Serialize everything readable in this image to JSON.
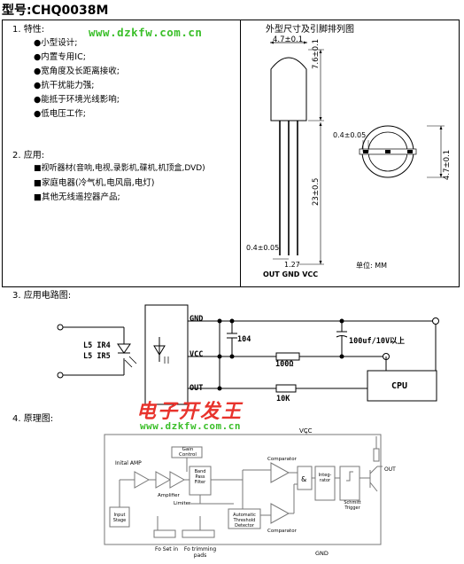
{
  "header": {
    "model_label": "型号:CHQ0038M"
  },
  "watermark": {
    "url_top": "www.dzkfw.com.cn",
    "brand_red": "电子开发王",
    "url_mid": "www.dzkfw.com.cn"
  },
  "features": {
    "heading": "1. 特性:",
    "items": [
      "●小型设计;",
      "●内置专用IC;",
      "●宽角度及长距离接收;",
      "●抗干扰能力强;",
      "●能抵于环境光线影响;",
      "●低电压工作;"
    ]
  },
  "applications": {
    "heading": "2. 应用:",
    "items": [
      "■视听器材(音响,电视,录影机,碟机,机顶盒,DVD)",
      "■家庭电器(冷气机,电风扇,电灯)",
      "■其他无线遥控器产品;"
    ]
  },
  "dimension_drawing": {
    "title": "外型尺寸及引脚排列图",
    "dim_width_top": "4.7±0.1",
    "dim_height_body": "7.6±0.1",
    "dim_lead_length": "23±0.5",
    "dim_lead_width": "0.4±0.05",
    "dim_lead_width_bottom": "0.4±0.05",
    "dim_pitch": "1.27",
    "dim_side_width": "4.7±0.1",
    "pin_order": "OUT GND VCC",
    "unit_label": "单位: MM"
  },
  "circuit": {
    "heading": "3. 应用电路图:",
    "led_label_1": "L5  IR4",
    "led_label_2": "L5  IR5",
    "pin_gnd": "GND",
    "pin_vcc": "VCC",
    "pin_out": "OUT",
    "cap1": "104",
    "cap2": "100uf/10V以上",
    "res1": "100Ω",
    "res2": "10K",
    "cpu": "CPU"
  },
  "principle": {
    "heading": "4. 原理图:",
    "vcc": "VCC",
    "gnd": "GND",
    "out": "OUT",
    "initial_amp": "Inital AMP",
    "gain_control": "Gain Control",
    "amplifier": "Amplifier",
    "limiter": "Limiter",
    "band_pass": "Band Pass Filter",
    "comparator_top": "Comparator",
    "comparator_bottom": "Comparator",
    "integrator": "Integ-rator",
    "schmitt": "Schmitt Trigger",
    "ats_detector": "Automatic Threshold Detector",
    "input_stage": "Input Stage",
    "fo_set": "Fo Set in",
    "fo_trim": "Fo trimming pads",
    "and_gate": "&"
  }
}
